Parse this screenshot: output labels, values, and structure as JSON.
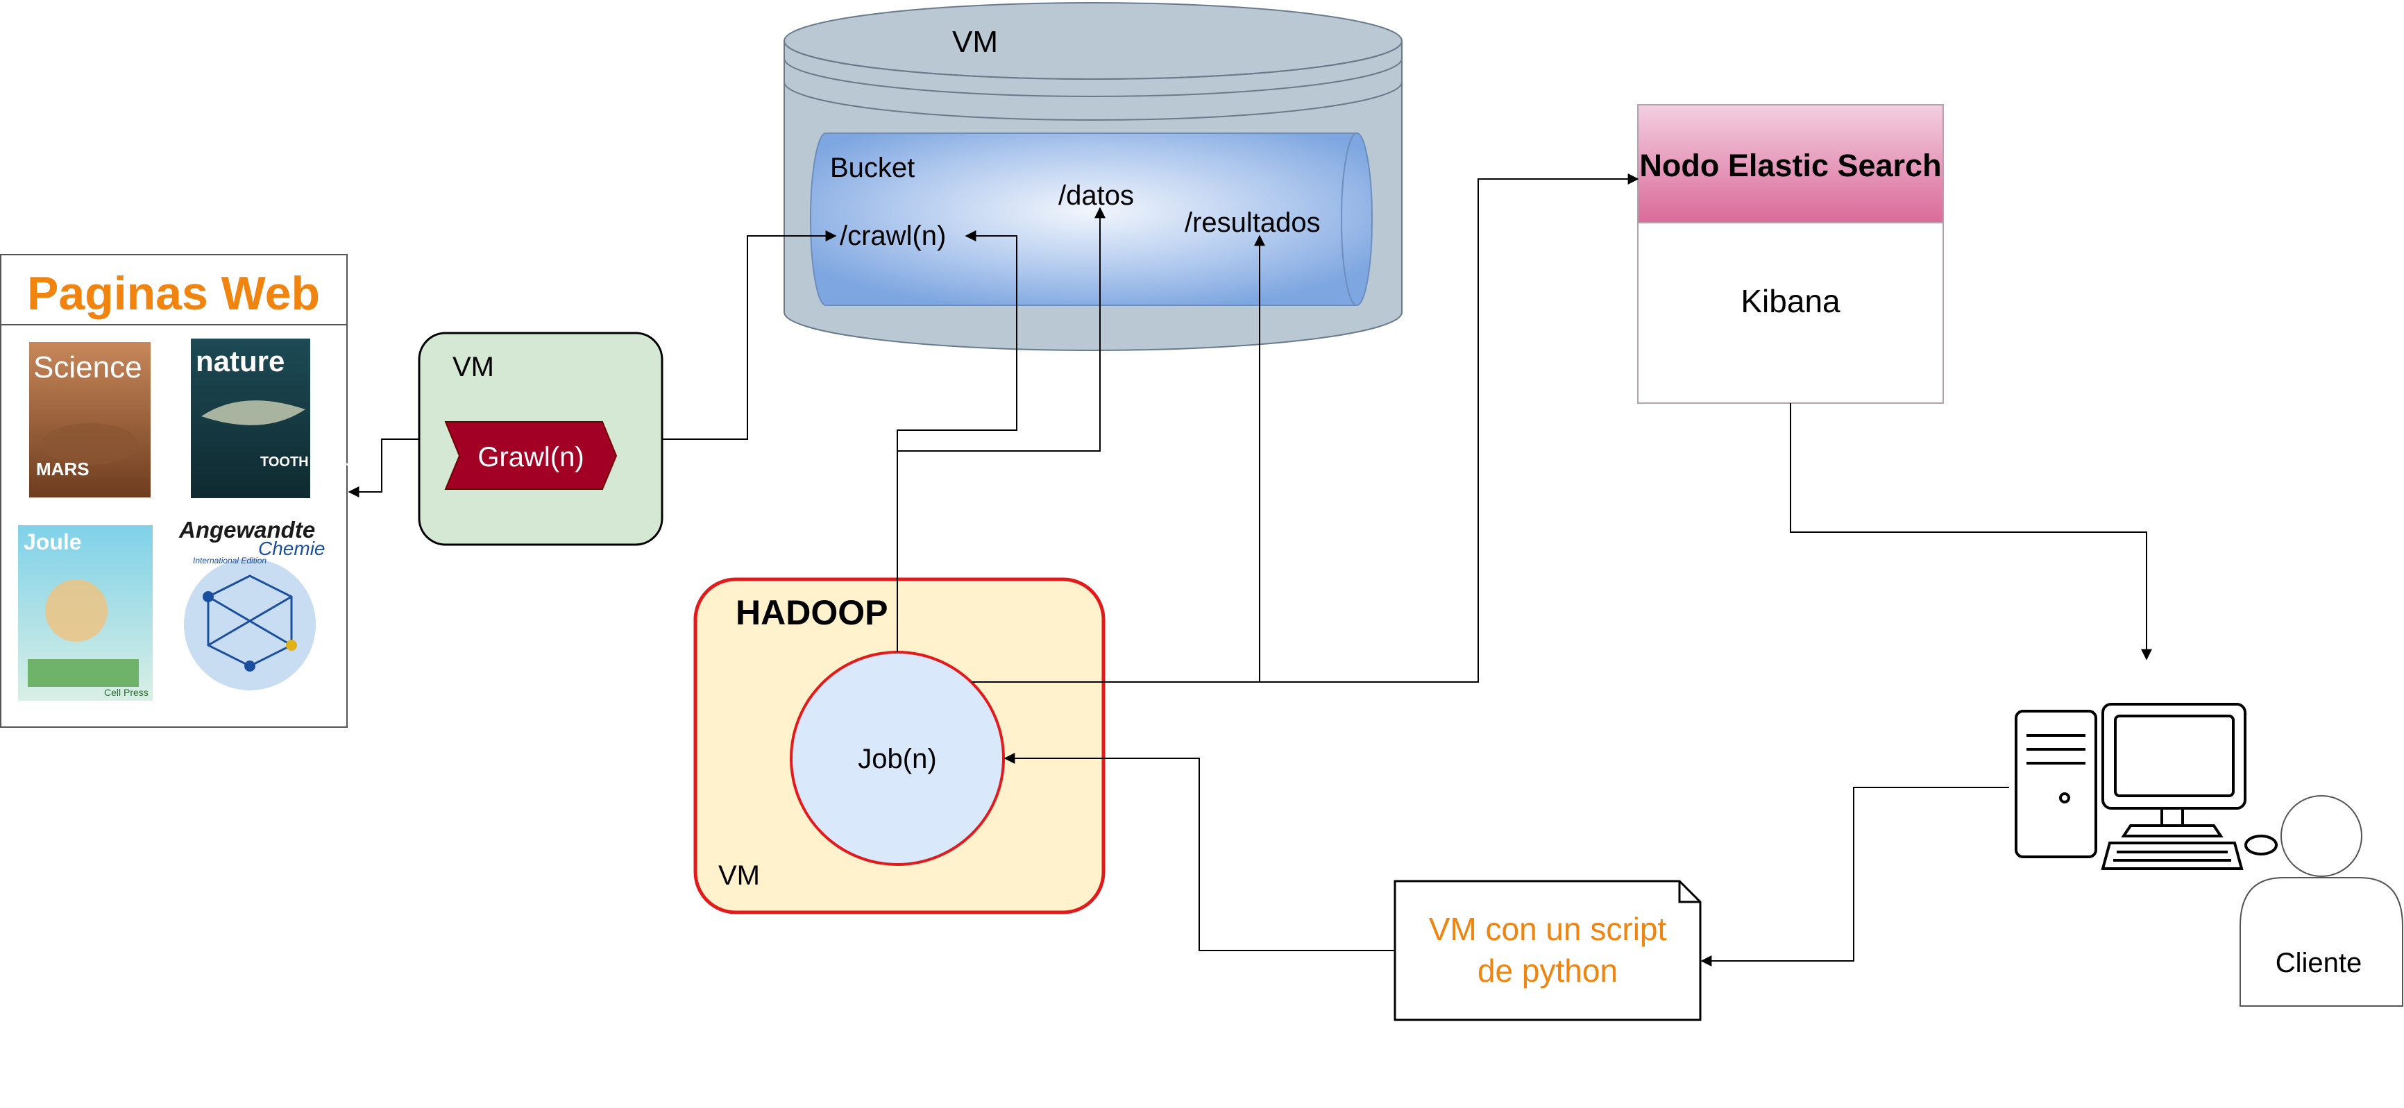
{
  "web": {
    "title": "Paginas Web",
    "covers": [
      {
        "icon": "science-journal-cover",
        "title": "Science",
        "headline": "MARS"
      },
      {
        "icon": "nature-journal-cover",
        "title": "nature",
        "headline": "TOOTH AND JAW"
      },
      {
        "icon": "joule-journal-cover",
        "title": "Joule",
        "headline": "Cell Press"
      },
      {
        "icon": "angewandte-journal-cover",
        "title": "Angewandte",
        "subtitle": "Chemie",
        "edition": "International Edition"
      }
    ]
  },
  "crawler": {
    "vm_label": "VM",
    "process_label": "Grawl(n)"
  },
  "storage": {
    "vm_label": "VM",
    "bucket_label": "Bucket",
    "paths": {
      "crawl": "/crawl(n)",
      "datos": "/datos",
      "resultados": "/resultados"
    }
  },
  "hadoop": {
    "title": "HADOOP",
    "job_label": "Job(n)",
    "vm_label": "VM"
  },
  "elastic": {
    "header": "Nodo Elastic Search",
    "body": "Kibana"
  },
  "script": {
    "line1": "VM con un script",
    "line2": "de python"
  },
  "client": {
    "label": "Cliente",
    "icon": "desktop-computer-icon",
    "user_icon": "user-icon"
  },
  "colors": {
    "orange": "#f0840f",
    "crawler_fill": "#d5e8d4",
    "grawl_fill": "#a20025",
    "hadoop_fill": "#fff2cc",
    "hadoop_border": "#e31a1c",
    "job_fill": "#dae8fc",
    "elastic_header": "#e07aa5",
    "storage_fill": "#bac8d3",
    "bucket_fill": "#7ea6e0"
  }
}
